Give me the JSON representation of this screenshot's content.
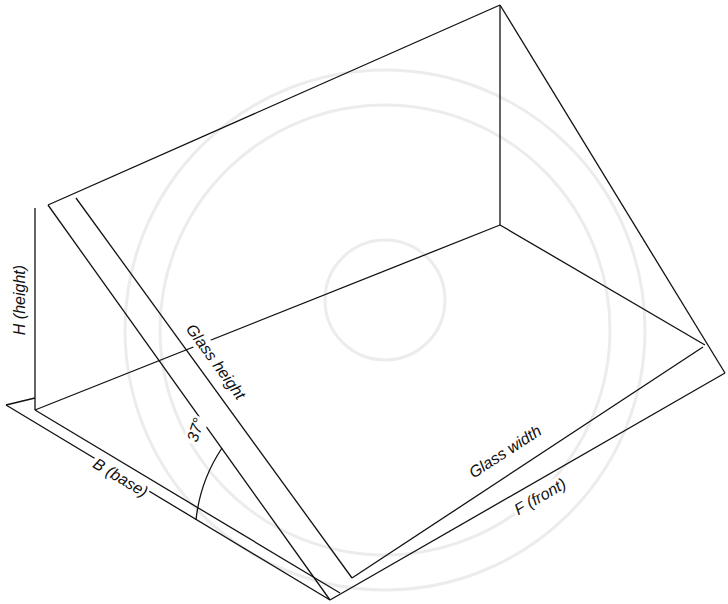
{
  "diagram": {
    "labels": [
      "H (height)",
      "Glass height",
      "37°",
      "B (base)",
      "Glass width",
      "F (front)"
    ]
  }
}
